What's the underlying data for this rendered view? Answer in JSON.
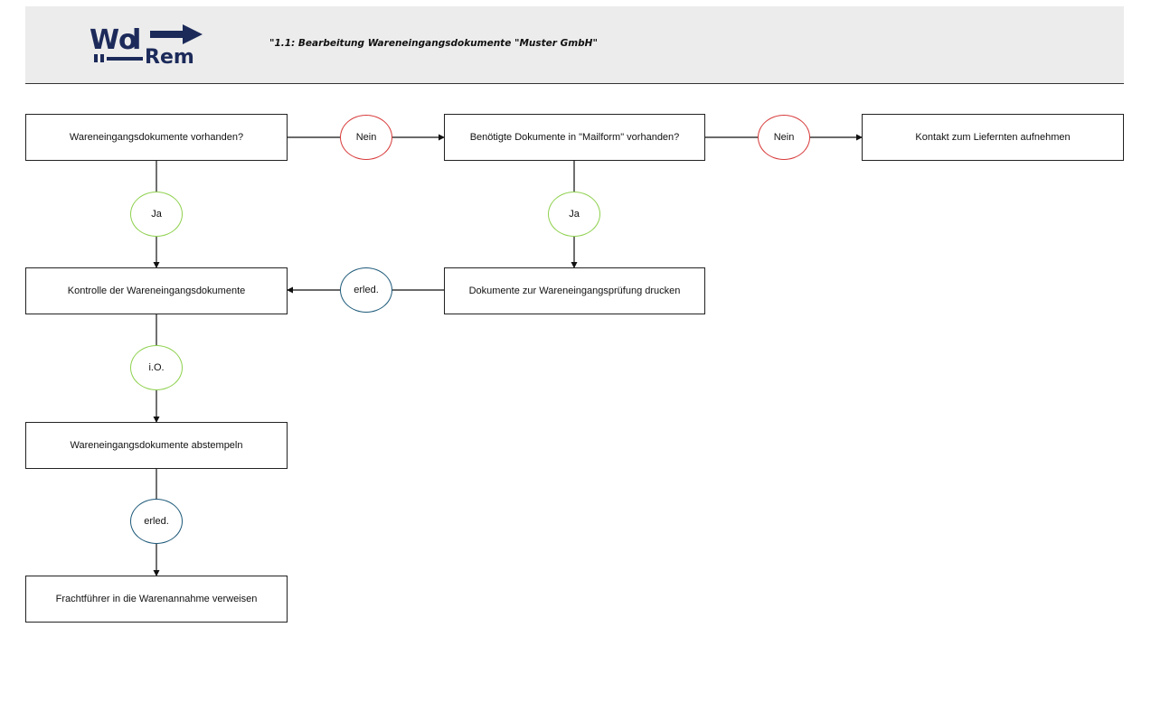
{
  "header": {
    "logo_name": "wolrem-logo",
    "title": "\"1.1: Bearbeitung Wareneingangsdokumente \"Muster GmbH\""
  },
  "colors": {
    "no": "#d83a3a",
    "yes": "#8fd14f",
    "done": "#1e5a7a",
    "logo_navy": "#1c2a5a"
  },
  "nodes": {
    "docs_present": "Wareneingangsdokumente vorhanden?",
    "mailform_present": "Benötigte Dokumente in \"Mailform\" vorhanden?",
    "contact_supplier": "Kontakt zum Liefernten aufnehmen",
    "check_docs": "Kontrolle der Wareneingangsdokumente",
    "print_docs": "Dokumente zur Wareneingangsprüfung drucken",
    "stamp_docs": "Wareneingangsdokumente abstempeln",
    "refer_carrier": "Frachtführer in die Warenannahme verweisen"
  },
  "badges": {
    "no_1": "Nein",
    "no_2": "Nein",
    "yes_1": "Ja",
    "yes_2": "Ja",
    "done_1": "erled.",
    "ok": "i.O.",
    "done_2": "erled."
  }
}
